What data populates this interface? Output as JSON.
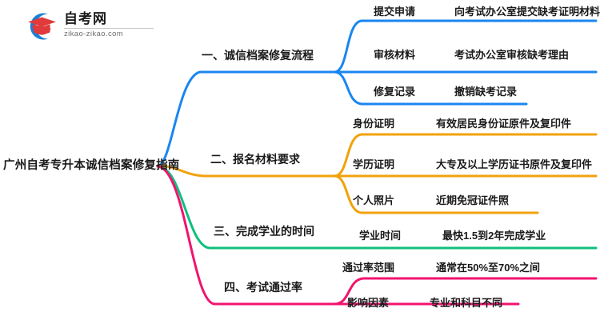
{
  "logo": {
    "name": "自考网",
    "url": "zikao-zikao.com",
    "mark_icon": "graduation-cap-swoosh-logo-icon",
    "swoosh_color": "#1a7fd4",
    "cap_color": "#e03a3c"
  },
  "mindmap": {
    "root": {
      "label": "广州自考专升本诚信档案修复指南"
    },
    "branches": [
      {
        "label": "一、诚信档案修复流程",
        "color": "#1a86f0",
        "children": [
          {
            "key": "提交申请",
            "value": "向考试办公室提交缺考证明材料"
          },
          {
            "key": "审核材料",
            "value": "考试办公室审核缺考理由"
          },
          {
            "key": "修复记录",
            "value": "撤销缺考记录"
          }
        ]
      },
      {
        "label": "二、报名材料要求",
        "color": "#f2a20c",
        "children": [
          {
            "key": "身份证明",
            "value": "有效居民身份证原件及复印件"
          },
          {
            "key": "学历证明",
            "value": "大专及以上学历证书原件及复印件"
          },
          {
            "key": "个人照片",
            "value": "近期免冠证件照"
          }
        ]
      },
      {
        "label": "三、完成学业的时间",
        "color": "#0ec07d",
        "children": [
          {
            "key": "学业时间",
            "value": "最快1.5到2年完成学业"
          }
        ]
      },
      {
        "label": "四、考试通过率",
        "color": "#f2136e",
        "children": [
          {
            "key": "通过率范围",
            "value": "通常在50%至70%之间"
          },
          {
            "key": "影响因素",
            "value": "专业和科目不同"
          }
        ]
      }
    ]
  }
}
